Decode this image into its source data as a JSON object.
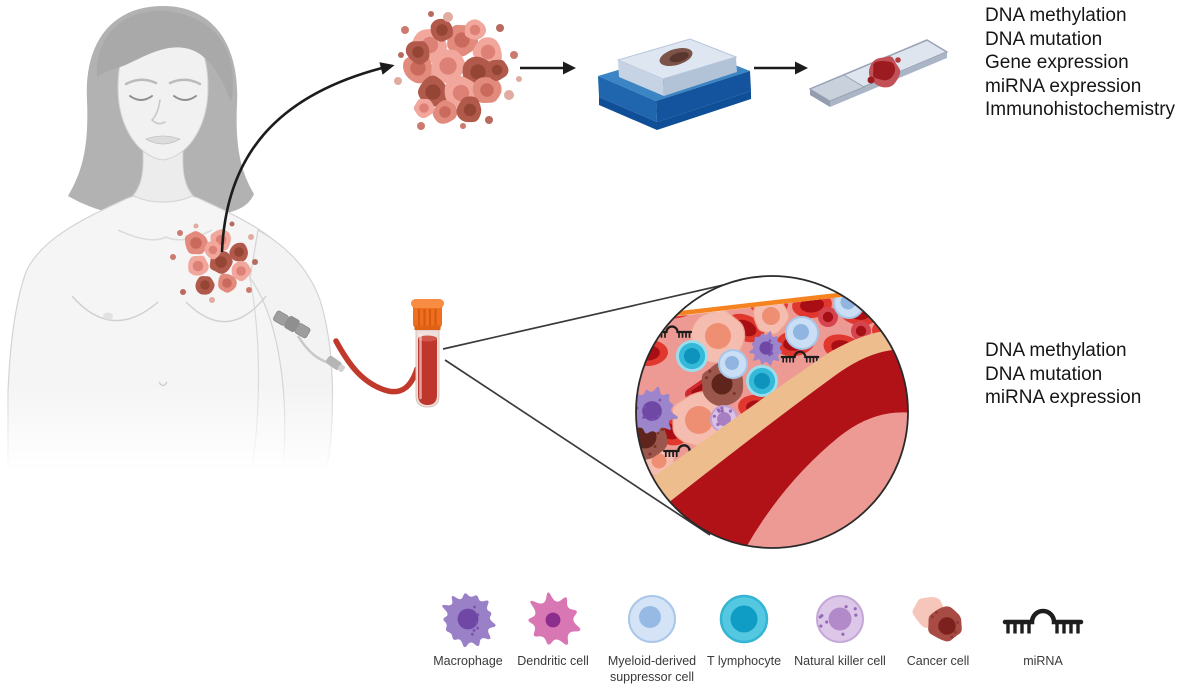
{
  "figure": {
    "tissue_panel": {
      "lines": [
        "DNA methylation",
        "DNA mutation",
        "Gene expression",
        "miRNA expression",
        "Immunohistochemistry"
      ]
    },
    "blood_panel": {
      "lines": [
        "DNA methylation",
        "DNA mutation",
        "miRNA expression"
      ]
    }
  },
  "legend": {
    "items": [
      {
        "label": "Macrophage",
        "icon": "macrophage-icon",
        "color": "#9a80c7"
      },
      {
        "label": "Dendritic cell",
        "icon": "dendritic-cell-icon",
        "color": "#d977b4"
      },
      {
        "label": "Myeloid-derived suppressor cell",
        "icon": "mdsc-icon",
        "color": "#d4e3f5"
      },
      {
        "label": "T lymphocyte",
        "icon": "t-lymphocyte-icon",
        "color": "#4ac4df"
      },
      {
        "label": "Natural killer cell",
        "icon": "nk-cell-icon",
        "color": "#ddc7e8"
      },
      {
        "label": "Cancer cell",
        "icon": "cancer-cell-icon",
        "color": "#a84b44"
      },
      {
        "label": "miRNA",
        "icon": "mirna-icon",
        "color": "#1e1e1e"
      }
    ]
  },
  "palette": {
    "tumor_cell_light": "#f2a79d",
    "tumor_cell_dark": "#b15a4b",
    "blood": "#bf362c",
    "vessel_lumen": "#ee9a94",
    "vessel_wall": "#b01217",
    "cassette_blue": "#1f66af",
    "cap_orange": "#f06f1f"
  }
}
